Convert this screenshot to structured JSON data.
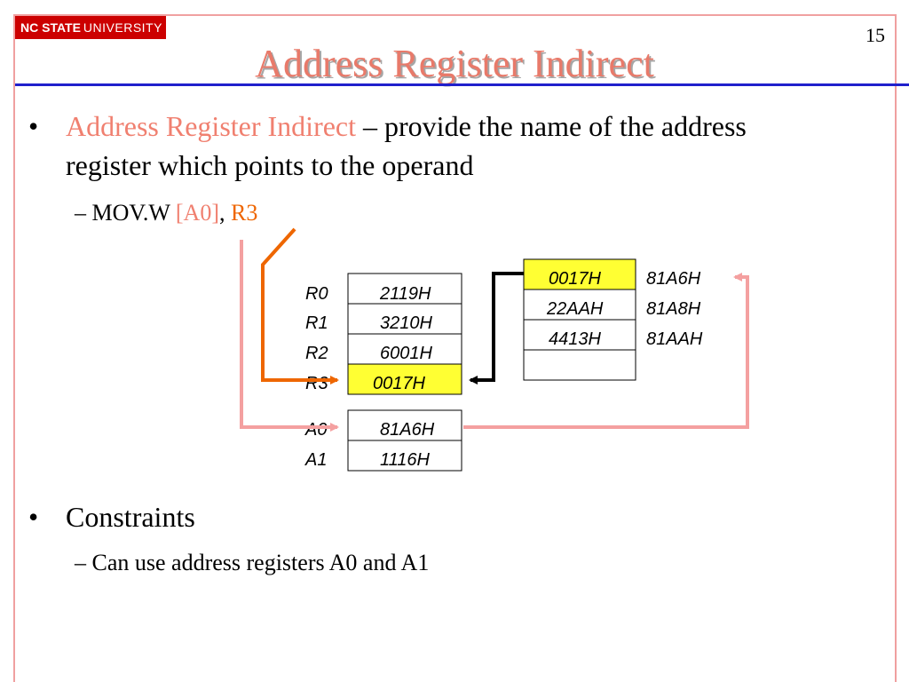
{
  "header": {
    "logo_strong": "NC STATE",
    "logo_light": "UNIVERSITY",
    "page_number": "15",
    "title": "Address Register Indirect"
  },
  "bullets": {
    "b1_term": "Address Register Indirect",
    "b1_rest": " – provide the name of the address register which points to the operand",
    "sub1_prefix": "MOV.W ",
    "sub1_src": "[A0]",
    "sub1_sep": ", ",
    "sub1_dst": "R3",
    "b2": "Constraints",
    "sub2": "Can use address registers A0 and A1"
  },
  "registers": [
    {
      "name": "R0",
      "value": "2119H",
      "highlight": false
    },
    {
      "name": "R1",
      "value": "3210H",
      "highlight": false
    },
    {
      "name": "R2",
      "value": "6001H",
      "highlight": false
    },
    {
      "name": "R3",
      "value": "0017H",
      "highlight": true
    }
  ],
  "address_registers": [
    {
      "name": "A0",
      "value": "81A6H"
    },
    {
      "name": "A1",
      "value": "1116H"
    }
  ],
  "memory": [
    {
      "value": "0017H",
      "address": "81A6H",
      "highlight": true
    },
    {
      "value": "22AAH",
      "address": "81A8H",
      "highlight": false
    },
    {
      "value": "4413H",
      "address": "81AAH",
      "highlight": false
    },
    {
      "value": "",
      "address": "",
      "highlight": false
    }
  ],
  "colors": {
    "highlight": "#ffff33",
    "pink_arrow": "#f4a0a0",
    "orange_arrow": "#ee6600",
    "black_arrow": "#000000"
  }
}
